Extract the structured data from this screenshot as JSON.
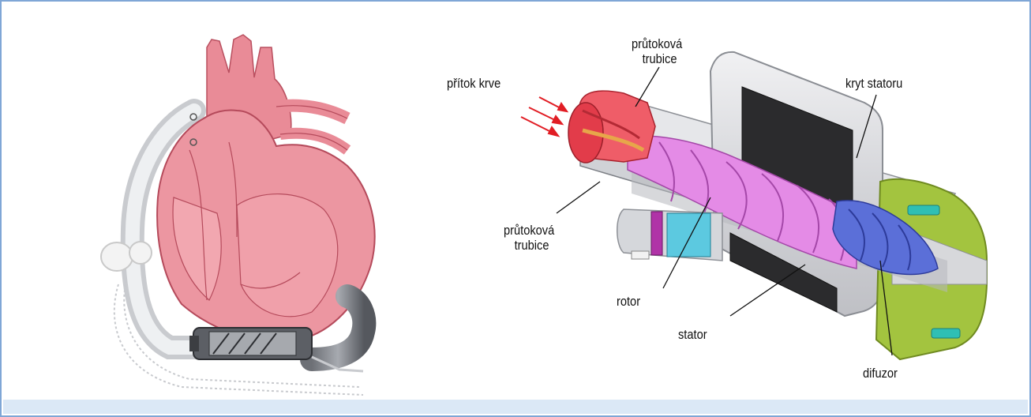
{
  "labels": {
    "blood_inflow": "přítok krve",
    "flow_tube_top": [
      "průtoková",
      "trubice"
    ],
    "flow_tube_bottom": [
      "průtoková",
      "trubice"
    ],
    "stator_housing": "kryt statoru",
    "rotor": "rotor",
    "stator": "stator",
    "diffuser": "difuzor"
  },
  "colors": {
    "frame_border": "#7fa6d6",
    "heart": "#e88a96",
    "flow_tube": "#e8505c",
    "rotor": "#e48be6",
    "diffuser": "#5b6fd8",
    "housing": "#d9d9dc",
    "stator": "#2a2a2a",
    "end_cap": "#9fc23a",
    "inflow_arrows": "#e11d24"
  }
}
